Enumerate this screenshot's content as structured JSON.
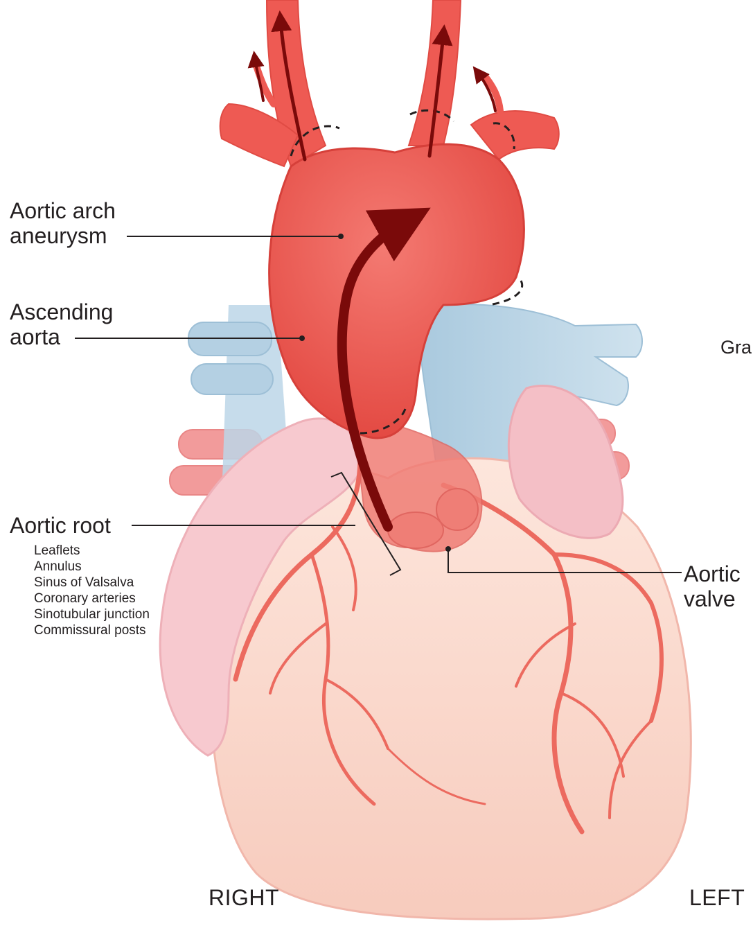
{
  "labels": {
    "aortic_arch": "Aortic arch",
    "aortic_arch_2": "aneurysm",
    "ascending": "Ascending",
    "ascending_2": "aorta",
    "aortic_root": "Aortic root",
    "aortic_valve": "Aortic",
    "aortic_valve_2": "valve",
    "graft_partial": "Gra",
    "right": "RIGHT",
    "left": "LEFT"
  },
  "aortic_root_parts": [
    "Leaflets",
    "Annulus",
    "Sinus of Valsalva",
    "Coronary arteries",
    "Sinotubular junction",
    "Commissural posts"
  ],
  "colors": {
    "aorta": "#ee5a53",
    "aorta_dark": "#d9443f",
    "blood_arrow": "#7a0a0a",
    "heart": "#fbdcd0",
    "heart_edge": "#f2b3a8",
    "coronary": "#ec6a5f",
    "atrium": "#f5c6cb",
    "vein": "#b9d5e6",
    "pulmonary_pink": "#f39a9a",
    "leader": "#231f20"
  }
}
